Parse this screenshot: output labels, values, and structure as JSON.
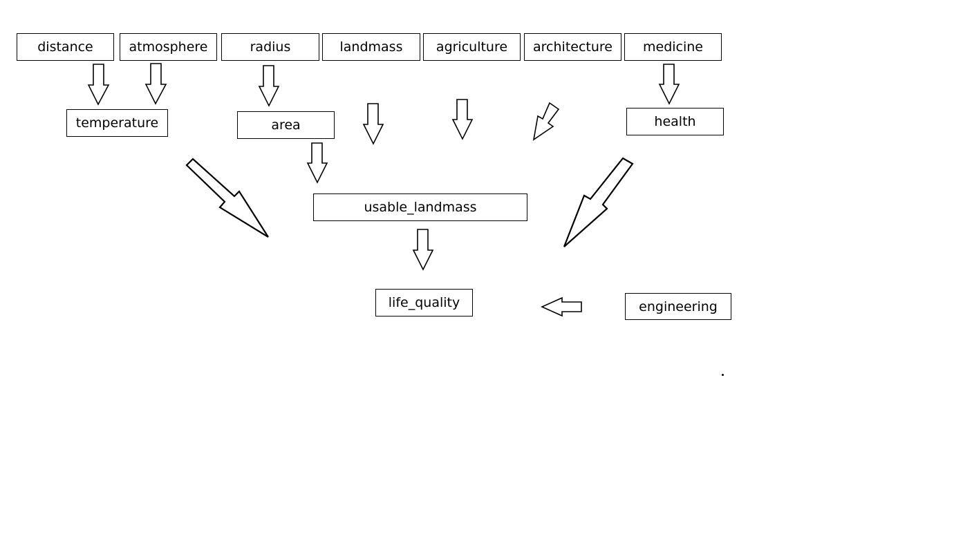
{
  "nodes": {
    "distance": "distance",
    "atmosphere": "atmosphere",
    "radius": "radius",
    "landmass": "landmass",
    "agriculture": "agriculture",
    "architecture": "architecture",
    "medicine": "medicine",
    "temperature": "temperature",
    "area": "area",
    "health": "health",
    "usable_landmass": "usable_landmass",
    "life_quality": "life_quality",
    "engineering": "engineering"
  },
  "colors": {
    "box_border": "#000000",
    "background": "#ffffff",
    "text": "#000000"
  }
}
